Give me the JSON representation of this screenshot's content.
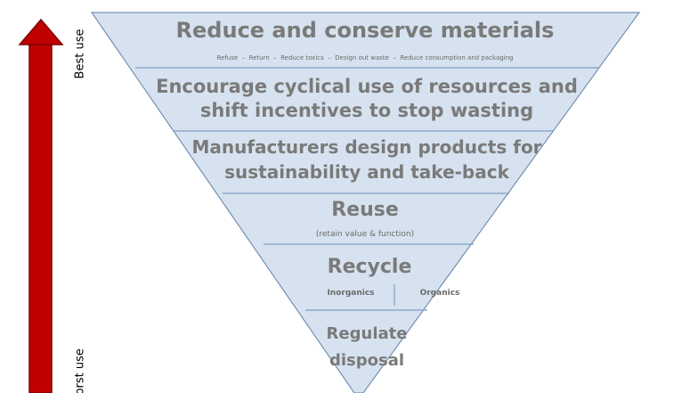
{
  "side_labels": {
    "top": "Best use",
    "bottom": "Worst use"
  },
  "tiers": [
    {
      "title": "Reduce and conserve materials",
      "items": [
        "Refuse",
        "Return",
        "Reduce toxics",
        "Design out waste",
        "Reduce consumption and packaging"
      ]
    },
    {
      "title_line1": "Encourage cyclical use of resources and",
      "title_line2": "shift incentives to stop wasting"
    },
    {
      "title_line1": "Manufacturers design products for",
      "title_line2": "sustainability and take-back"
    },
    {
      "title": "Reuse",
      "subtitle": "(retain value & function)"
    },
    {
      "title": "Recycle",
      "left_item": "Inorganics",
      "right_item": "Organics"
    },
    {
      "title_line1": "Regulate",
      "title_line2": "disposal"
    }
  ],
  "colors": {
    "fill": "#d6e2ef",
    "divider": "#7f9fc6",
    "text": "#7a7a7a",
    "arrow": "#c00000",
    "arrow_edge": "#7a0000"
  }
}
